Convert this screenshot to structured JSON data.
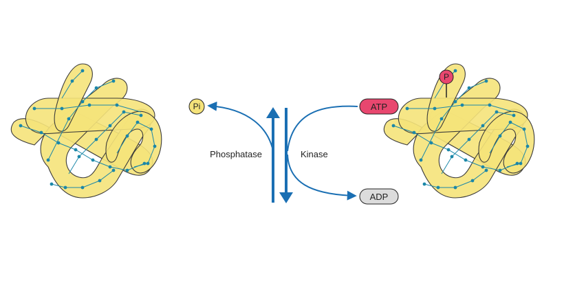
{
  "labels": {
    "phosphatase": "Phosphatase",
    "kinase": "Kinase",
    "atp": "ATP",
    "adp": "ADP",
    "pi": "Pi",
    "phospho": "P"
  },
  "colors": {
    "protein_fill": "#f5e37a",
    "protein_stroke": "#3a3a3a",
    "backbone": "#1b87a8",
    "arrow": "#1a6fb3",
    "atp_fill": "#e8476f",
    "adp_fill": "#dcdcdc",
    "pi_fill": "#f5e37a",
    "phospho_fill": "#e8476f"
  },
  "icons": {
    "left_protein": "folded-protein-icon",
    "right_protein": "phosphorylated-protein-icon"
  }
}
